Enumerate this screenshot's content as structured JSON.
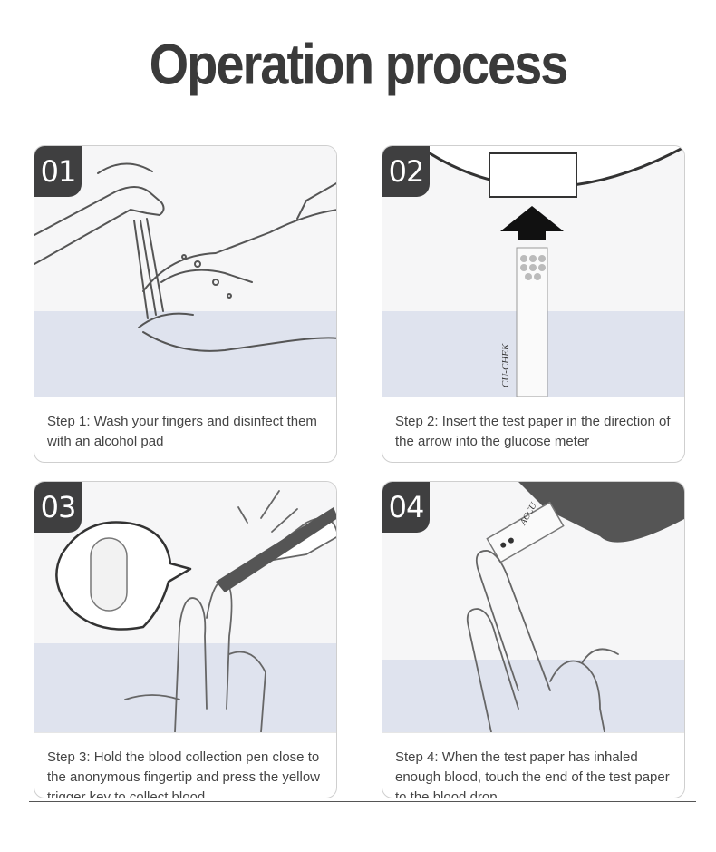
{
  "title": "Operation process",
  "steps": [
    {
      "number": "01",
      "caption": "Step 1: Wash your fingers and disinfect them with an alcohol pad"
    },
    {
      "number": "02",
      "caption": "Step 2: Insert the test paper in the direction of the arrow into the glucose meter"
    },
    {
      "number": "03",
      "caption": "Step 3: Hold the blood collection pen close to the anonymous fingertip and press the yellow trigger key to collect blood"
    },
    {
      "number": "04",
      "caption": "Step 4: When the test paper has inhaled enough blood, touch the end of the test paper to the blood drop"
    }
  ],
  "strip_brand": "CU-CHEK",
  "strip_brand_2": "ACCU",
  "colors": {
    "badge": "#3f3f40",
    "band": "#dfe3ee",
    "title": "#3a3a3a"
  }
}
